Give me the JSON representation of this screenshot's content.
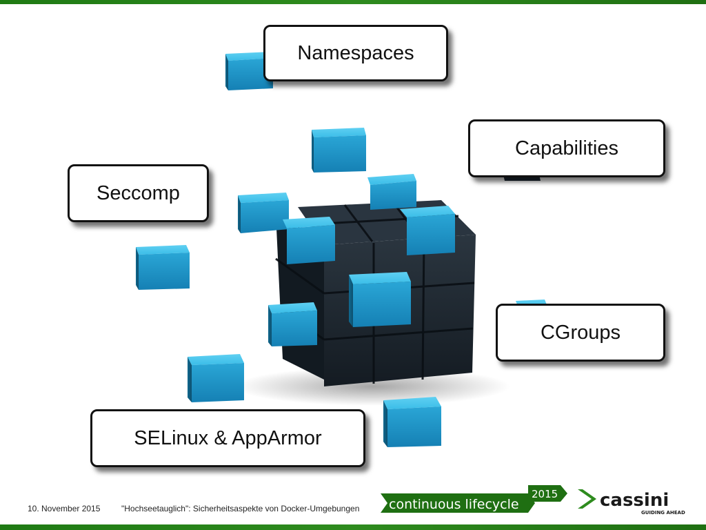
{
  "colors": {
    "accent_green": "#2e8b1e",
    "cube_light": "#29a9d8",
    "cube_dark": "#1b2530"
  },
  "labels": {
    "namespaces": "Namespaces",
    "capabilities": "Capabilities",
    "seccomp": "Seccomp",
    "cgroups": "CGroups",
    "selinux": "SELinux & AppArmor"
  },
  "footer": {
    "date": "10. November 2015",
    "title": "\"Hochseetauglich\": Sicherheitsaspekte von Docker-Umgebungen"
  },
  "event_logo": {
    "text": "continuous lifecycle",
    "year": "2015"
  },
  "company_logo": {
    "name": "cassini",
    "tagline": "GUIDING AHEAD"
  }
}
